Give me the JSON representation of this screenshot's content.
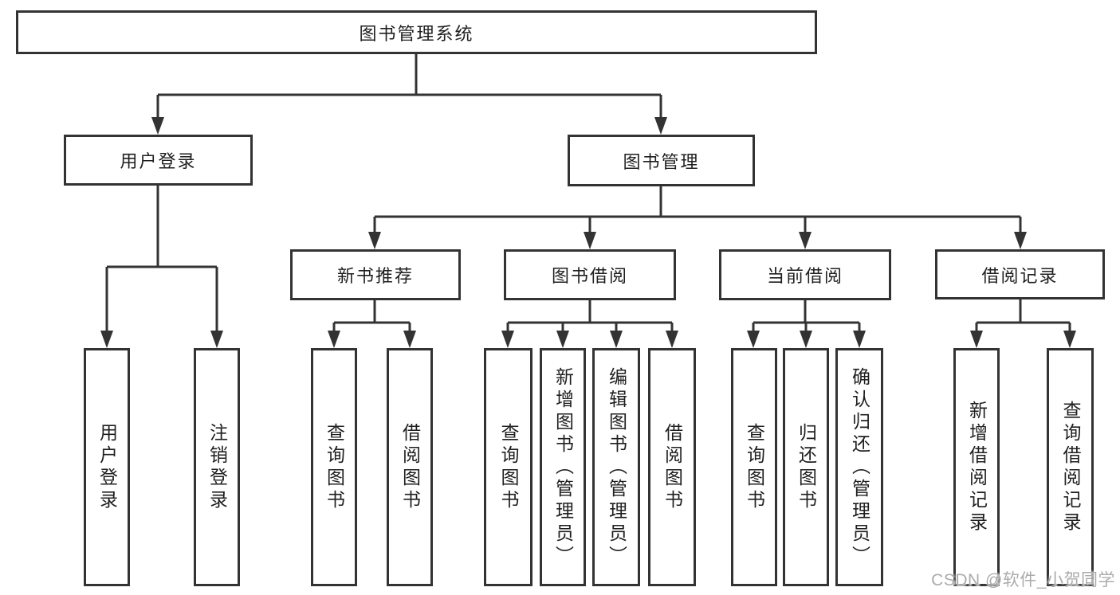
{
  "nodes": {
    "root": "图书管理系统",
    "n2a": "用户登录",
    "n2b": "图书管理",
    "n3a": "新书推荐",
    "n3b": "图书借阅",
    "n3c": "当前借阅",
    "n3d": "借阅记录",
    "l1": "用户登录",
    "l2": "注销登录",
    "l3": "查询图书",
    "l4": "借阅图书",
    "l5": "查询图书",
    "l6": "新增图书（管理员）",
    "l7": "编辑图书（管理员）",
    "l8": "借阅图书",
    "l9": "查询图书",
    "l10": "归还图书",
    "l11": "确认归还（管理员）",
    "l12": "新增借阅记录",
    "l13": "查询借阅记录"
  },
  "edges": [
    {
      "from": "root",
      "to": "n2a"
    },
    {
      "from": "root",
      "to": "n2b"
    },
    {
      "from": "n2a",
      "to": "l1"
    },
    {
      "from": "n2a",
      "to": "l2"
    },
    {
      "from": "n2b",
      "to": "n3a"
    },
    {
      "from": "n2b",
      "to": "n3b"
    },
    {
      "from": "n2b",
      "to": "n3c"
    },
    {
      "from": "n2b",
      "to": "n3d"
    },
    {
      "from": "n3a",
      "to": "l3"
    },
    {
      "from": "n3a",
      "to": "l4"
    },
    {
      "from": "n3b",
      "to": "l5"
    },
    {
      "from": "n3b",
      "to": "l6"
    },
    {
      "from": "n3b",
      "to": "l7"
    },
    {
      "from": "n3b",
      "to": "l8"
    },
    {
      "from": "n3c",
      "to": "l9"
    },
    {
      "from": "n3c",
      "to": "l10"
    },
    {
      "from": "n3c",
      "to": "l11"
    },
    {
      "from": "n3d",
      "to": "l12"
    },
    {
      "from": "n3d",
      "to": "l13"
    }
  ],
  "watermark": "CSDN @软件_小贺同学",
  "colors": {
    "line": "#333333",
    "box_border": "#333333",
    "box_fill": "#ffffff",
    "text": "#1f1f1f",
    "watermark": "#ababab",
    "background": "#ffffff"
  }
}
